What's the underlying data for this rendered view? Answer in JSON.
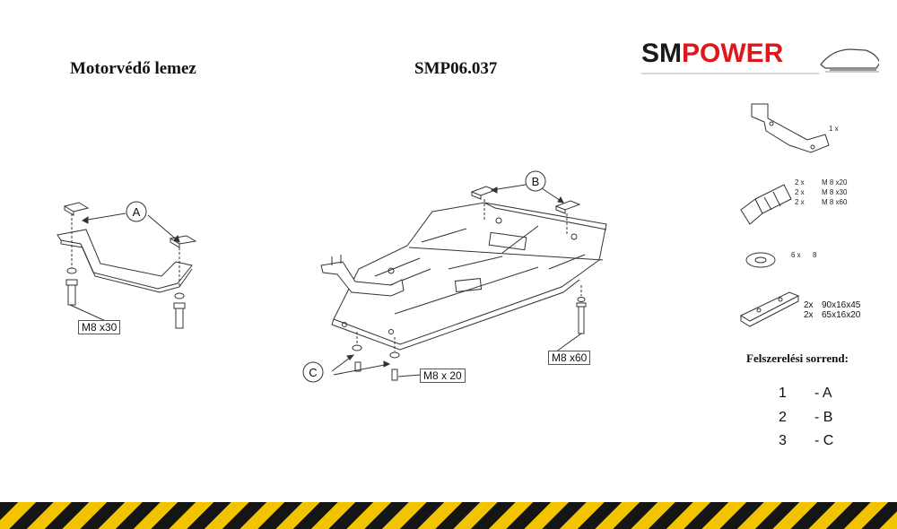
{
  "header": {
    "part_name": "Motorvédő lemez",
    "part_code": "SMP06.037",
    "logo": {
      "part1": "SM",
      "part2": "POWER",
      "color_dark": "#1a1a1a",
      "color_red": "#e0161b"
    }
  },
  "callouts": {
    "a": "A",
    "b": "B",
    "c": "C"
  },
  "size_tags": {
    "left_bolt": "M8 x30",
    "bottom_bolt": "M8 x 20",
    "right_bolt": "M8 x60"
  },
  "parts_list": {
    "bracket_qty": "1 x",
    "bolts": [
      {
        "qty": "2 x",
        "size": "M 8  x20"
      },
      {
        "qty": "2 x",
        "size": "M 8  x30"
      },
      {
        "qty": "2 x",
        "size": "M 8  x60"
      }
    ],
    "washer": {
      "qty": "6 x",
      "size": "8"
    },
    "plates": [
      {
        "qty": "2x",
        "size": "90x16x45"
      },
      {
        "qty": "2x",
        "size": "65x16x20"
      }
    ]
  },
  "sequence": {
    "title": "Felszerelési sorrend:",
    "steps": [
      {
        "num": "1",
        "label": "- A"
      },
      {
        "num": "2",
        "label": "- B"
      },
      {
        "num": "3",
        "label": "- C"
      }
    ]
  },
  "colors": {
    "hazard_yellow": "#f2c400",
    "hazard_black": "#151515"
  }
}
